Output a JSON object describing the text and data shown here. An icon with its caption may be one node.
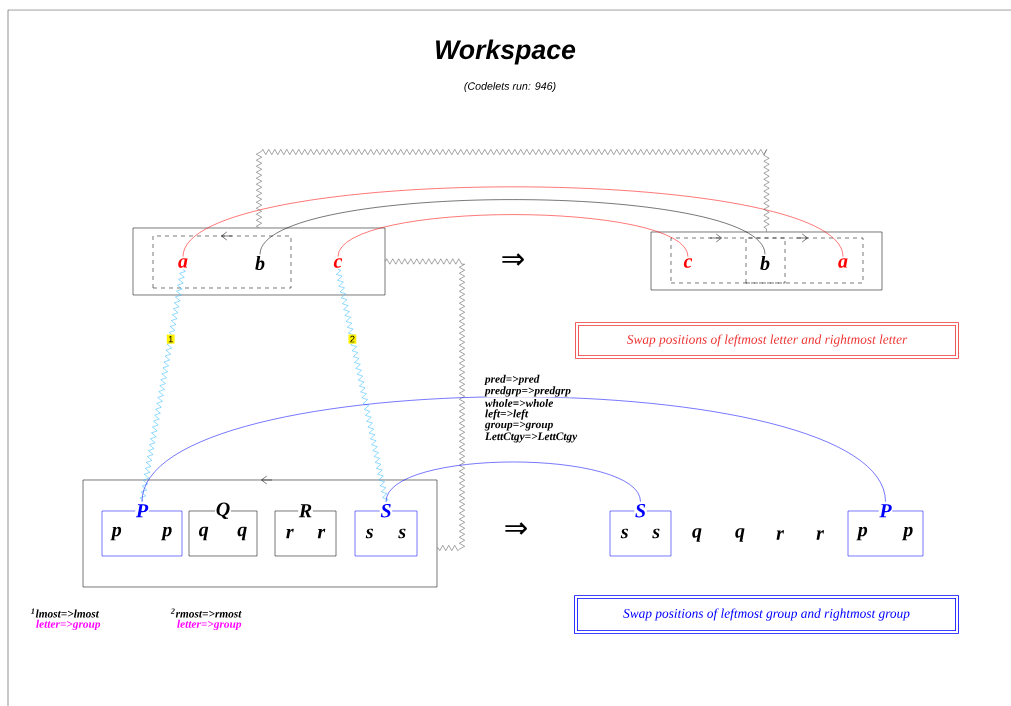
{
  "diagram": {
    "title": "Workspace",
    "caption": "(Codelets run: 946)",
    "nodes": [
      {
        "text": [],
        "shape": "box"
      },
      {
        "text": [],
        "shape": "box",
        "in": 0
      },
      {
        "text": [
          "a"
        ],
        "in": 1
      },
      {
        "text": [
          "b"
        ],
        "in": 1
      },
      {
        "text": [
          "c"
        ],
        "in": 0
      },
      {
        "text": [],
        "shape": "box"
      },
      {
        "text": [],
        "shape": "box",
        "in": 5
      },
      {
        "text": [],
        "shape": "box",
        "in": 5
      },
      {
        "text": [
          "c"
        ],
        "in": 6
      },
      {
        "text": [
          "b"
        ]
      },
      {
        "text": [
          "a"
        ],
        "in": 7
      },
      {
        "text": [],
        "shape": "box"
      },
      {
        "text": [
          "P",
          "p",
          "p"
        ],
        "in": 11
      },
      {
        "text": [
          "Q",
          "q",
          "q"
        ],
        "in": 11
      },
      {
        "text": [
          "R",
          "r",
          "r"
        ],
        "in": 11
      },
      {
        "text": [
          "S",
          "s",
          "s"
        ],
        "in": 11
      },
      {
        "text": [
          "S",
          "s",
          "s"
        ]
      },
      {
        "text": [
          "P",
          "p",
          "p"
        ]
      },
      {
        "text": [
          "Swap positions of leftmost letter and rightmost letter"
        ]
      },
      {
        "text": [
          "Swap positions of leftmost group and rightmost group"
        ]
      }
    ],
    "edges": [
      {
        "from": 2,
        "to": 10,
        "arrow": "none",
        "color": "#ff0000"
      },
      {
        "from": 3,
        "to": 9,
        "arrow": "none",
        "color": "#000000"
      },
      {
        "from": 4,
        "to": 8,
        "arrow": "none",
        "color": "#ff0000"
      },
      {
        "from": 0,
        "to": 5,
        "arrow": "none",
        "color": "#555555"
      },
      {
        "from": 0,
        "to": 11,
        "arrow": "none",
        "color": "#555555"
      },
      {
        "from": 2,
        "to": 12,
        "arrow": "none",
        "color": "#33bbff",
        "label": "1"
      },
      {
        "from": 4,
        "to": 15,
        "arrow": "none",
        "color": "#33bbff",
        "label": "2"
      },
      {
        "from": 12,
        "to": 17,
        "arrow": "none",
        "color": "#0000ff"
      },
      {
        "from": 15,
        "to": 16,
        "arrow": "none",
        "color": "#0000ff"
      }
    ],
    "labels": [
      "⇒",
      "pred=>pred",
      "predgrp=>predgrp",
      "whole=>whole",
      "left=>left",
      "group=>group",
      "LettCtgy=>LettCtgy",
      "⇒",
      "q",
      "q",
      "r",
      "r",
      "$^{1}$lmost=>lmost",
      "letter=>group",
      "$^{2}$rmost=>rmost",
      "letter=>group"
    ]
  }
}
